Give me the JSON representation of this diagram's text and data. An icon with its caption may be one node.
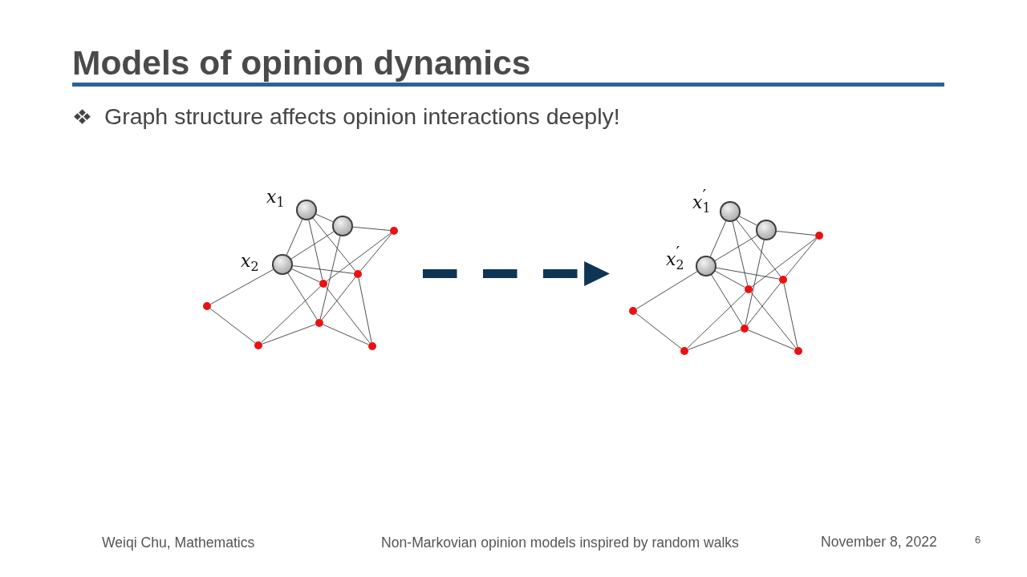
{
  "diagram": {
    "title": "Models of opinion dynamics",
    "nodes": [
      {
        "text": [],
        "shape": "circle",
        "beside": [
          "*x*$_{1}$"
        ]
      },
      {
        "text": [],
        "shape": "circle"
      },
      {
        "text": [],
        "shape": "circle"
      },
      {
        "text": [],
        "shape": "circle",
        "beside": [
          "*x*$_{2}$"
        ]
      },
      {
        "text": [],
        "shape": "circle"
      },
      {
        "text": [],
        "shape": "circle"
      },
      {
        "text": [],
        "shape": "circle"
      },
      {
        "text": [],
        "shape": "circle"
      },
      {
        "text": [],
        "shape": "circle"
      },
      {
        "text": [],
        "shape": "circle"
      },
      {
        "text": [],
        "shape": "circle",
        "beside": [
          "*x*$^{′}$$_{1}$"
        ]
      },
      {
        "text": [],
        "shape": "circle"
      },
      {
        "text": [],
        "shape": "circle"
      },
      {
        "text": [],
        "shape": "circle",
        "beside": [
          "*x*$^{′}$$_{2}$"
        ]
      },
      {
        "text": [],
        "shape": "circle"
      },
      {
        "text": [],
        "shape": "circle"
      },
      {
        "text": [],
        "shape": "circle"
      },
      {
        "text": [],
        "shape": "circle"
      },
      {
        "text": [],
        "shape": "circle"
      },
      {
        "text": [],
        "shape": "circle"
      }
    ],
    "edges": [
      {
        "from": 0,
        "to": 1,
        "arrow": "none"
      },
      {
        "from": 0,
        "to": 3,
        "arrow": "none"
      },
      {
        "from": 0,
        "to": 5,
        "arrow": "none"
      },
      {
        "from": 0,
        "to": 4,
        "arrow": "none"
      },
      {
        "from": 1,
        "to": 2,
        "arrow": "none"
      },
      {
        "from": 1,
        "to": 3,
        "arrow": "none"
      },
      {
        "from": 1,
        "to": 7,
        "arrow": "none"
      },
      {
        "from": 3,
        "to": 4,
        "arrow": "none"
      },
      {
        "from": 3,
        "to": 5,
        "arrow": "none"
      },
      {
        "from": 3,
        "to": 7,
        "arrow": "none"
      },
      {
        "from": 3,
        "to": 6,
        "arrow": "none"
      },
      {
        "from": 2,
        "to": 5,
        "arrow": "none"
      },
      {
        "from": 2,
        "to": 4,
        "arrow": "none"
      },
      {
        "from": 4,
        "to": 7,
        "arrow": "none"
      },
      {
        "from": 4,
        "to": 9,
        "arrow": "none"
      },
      {
        "from": 5,
        "to": 8,
        "arrow": "none"
      },
      {
        "from": 5,
        "to": 9,
        "arrow": "none"
      },
      {
        "from": 6,
        "to": 8,
        "arrow": "none"
      },
      {
        "from": 8,
        "to": 7,
        "arrow": "none"
      },
      {
        "from": 7,
        "to": 9,
        "arrow": "none"
      },
      {
        "from": 10,
        "to": 11,
        "arrow": "none"
      },
      {
        "from": 10,
        "to": 13,
        "arrow": "none"
      },
      {
        "from": 10,
        "to": 15,
        "arrow": "none"
      },
      {
        "from": 10,
        "to": 14,
        "arrow": "none"
      },
      {
        "from": 11,
        "to": 12,
        "arrow": "none"
      },
      {
        "from": 11,
        "to": 13,
        "arrow": "none"
      },
      {
        "from": 11,
        "to": 17,
        "arrow": "none"
      },
      {
        "from": 13,
        "to": 14,
        "arrow": "none"
      },
      {
        "from": 13,
        "to": 15,
        "arrow": "none"
      },
      {
        "from": 13,
        "to": 17,
        "arrow": "none"
      },
      {
        "from": 13,
        "to": 16,
        "arrow": "none"
      },
      {
        "from": 12,
        "to": 15,
        "arrow": "none"
      },
      {
        "from": 12,
        "to": 14,
        "arrow": "none"
      },
      {
        "from": 14,
        "to": 17,
        "arrow": "none"
      },
      {
        "from": 14,
        "to": 19,
        "arrow": "none"
      },
      {
        "from": 15,
        "to": 18,
        "arrow": "none"
      },
      {
        "from": 15,
        "to": 19,
        "arrow": "none"
      },
      {
        "from": 16,
        "to": 18,
        "arrow": "none"
      },
      {
        "from": 18,
        "to": 17,
        "arrow": "none"
      },
      {
        "from": 17,
        "to": 19,
        "arrow": "none"
      },
      {
        "from": 2,
        "to": 16,
        "arrow": "to",
        "style": "dashed",
        "color": "#0e3553"
      }
    ],
    "labels": [
      "Graph structure affects opinion interactions deeply!",
      "Weiqi Chu, Mathematics",
      "Non-Markovian opinion models inspired by random walks",
      "November 8, 2022",
      "6"
    ]
  }
}
